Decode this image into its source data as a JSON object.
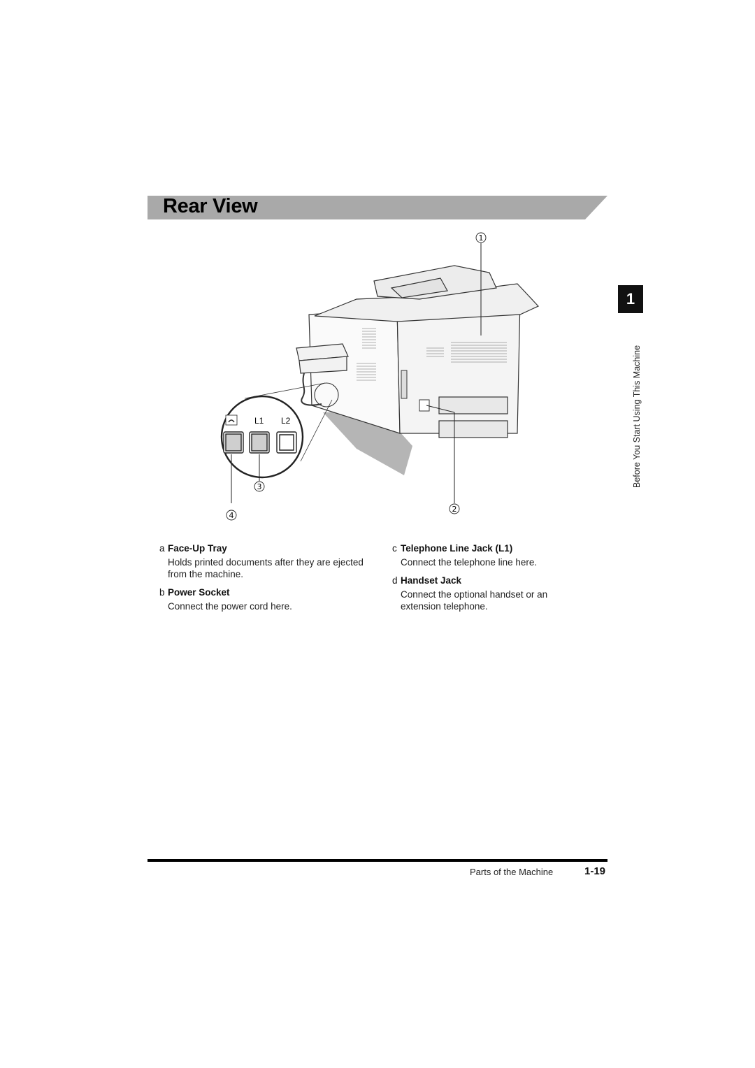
{
  "page": {
    "title": "Rear View",
    "chapter_number": "1",
    "side_label": "Before You Start Using This Machine"
  },
  "figure": {
    "callouts": [
      "1",
      "2",
      "3",
      "4"
    ],
    "jack_labels": [
      "L1",
      "L2"
    ],
    "icons": [
      "handset-icon"
    ]
  },
  "legend": {
    "items": [
      {
        "letter": "a",
        "title": "Face-Up Tray",
        "description": "Holds printed documents after they are ejected from the machine."
      },
      {
        "letter": "b",
        "title": "Power Socket",
        "description": "Connect the power cord here."
      },
      {
        "letter": "c",
        "title": "Telephone Line Jack (L1)",
        "description": "Connect the telephone line here."
      },
      {
        "letter": "d",
        "title": "Handset Jack",
        "description": "Connect the optional handset or an extension telephone."
      }
    ]
  },
  "footer": {
    "section": "Parts of the Machine",
    "page_number": "1-19"
  }
}
